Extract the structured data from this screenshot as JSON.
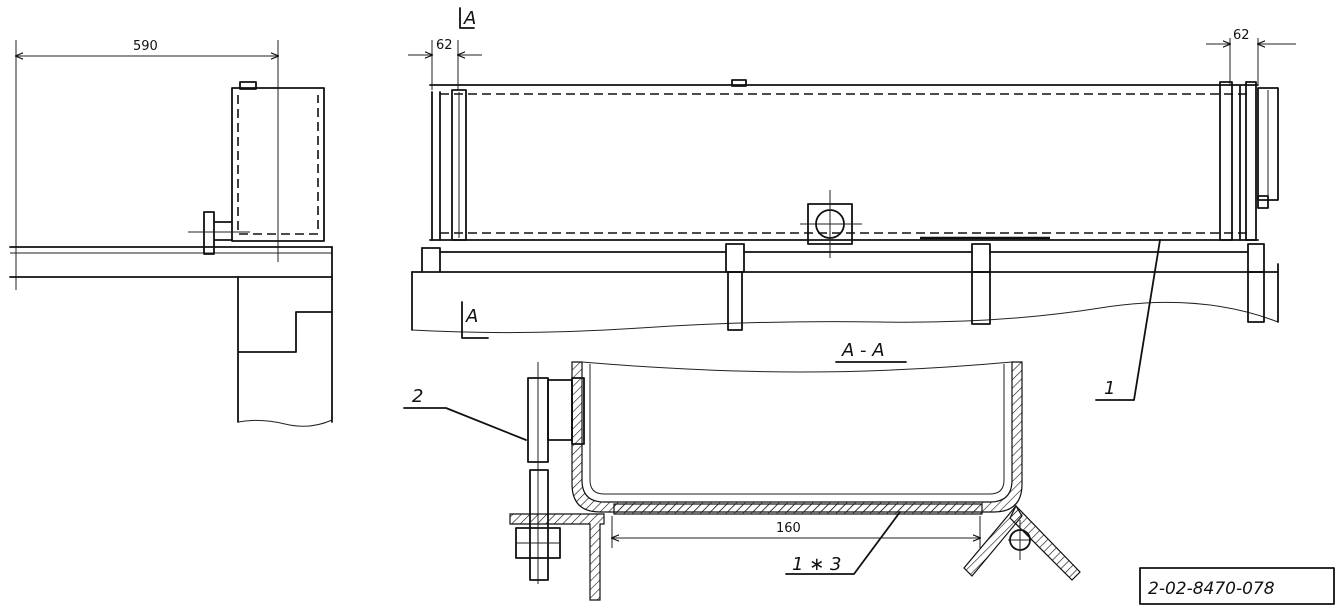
{
  "dimensions": {
    "left_width": "590",
    "left_offset": "62",
    "right_offset": "62",
    "section_width": "160"
  },
  "labels": {
    "section_mark_top": "A",
    "section_mark_bottom": "A",
    "section_title": "A - A",
    "part_1": "1",
    "part_2": "2",
    "part_1x3": "1 ∗ 3"
  },
  "drawing_code": "2-02-8470-078"
}
